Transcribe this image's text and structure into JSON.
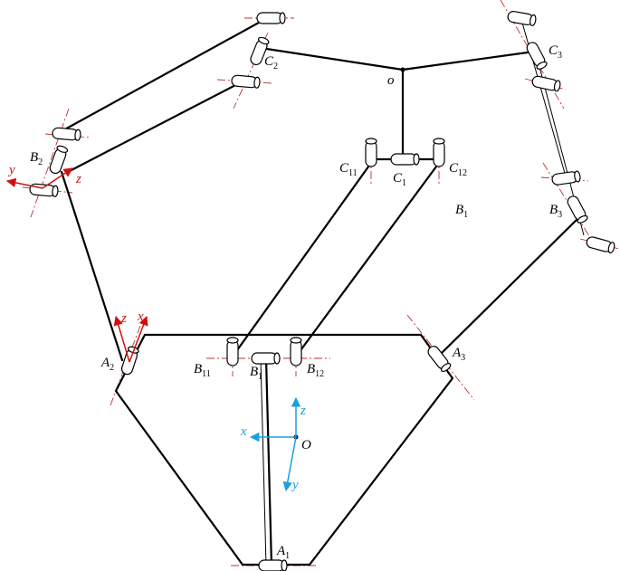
{
  "diagram": {
    "labels": {
      "o": "o",
      "C1": "C",
      "C1_sub": "1",
      "C2": "C",
      "C2_sub": "2",
      "C3": "C",
      "C3_sub": "3",
      "C11": "C",
      "C11_sub": "11",
      "C12": "C",
      "C12_sub": "12",
      "B1_top": "B",
      "B1_top_sub": "1",
      "B2": "B",
      "B2_sub": "2",
      "B3": "B",
      "B3_sub": "3",
      "B1": "B",
      "B1_sub": "1",
      "B11": "B",
      "B11_sub": "11",
      "B12": "B",
      "B12_sub": "12",
      "A1": "A",
      "A1_sub": "1",
      "A2": "A",
      "A2_sub": "2",
      "A3": "A",
      "A3_sub": "3",
      "O": "O"
    },
    "frames": {
      "top_left": {
        "x": "y",
        "z": "z",
        "color": "#d01010"
      },
      "a2": {
        "z": "z",
        "x": "x",
        "color": "#d01010"
      },
      "base": {
        "x": "x",
        "y": "y",
        "z": "z",
        "color": "#1aa0e0"
      }
    }
  }
}
